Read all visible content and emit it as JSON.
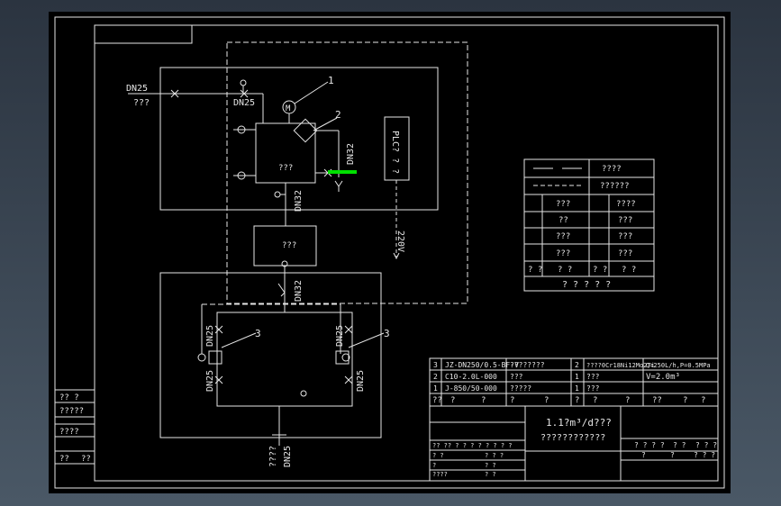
{
  "labels": {
    "inlet_dn": "DN25",
    "inlet_name": "???",
    "valve_dn": "DN25",
    "tag_1": "1",
    "tag_2": "2",
    "tag_3a": "3",
    "tag_3b": "3",
    "motor": "M",
    "reactor_label": "???",
    "dn32_right": "DN32",
    "dn32_bottom": "DN32",
    "plc": "PLC? ? ?",
    "signal": "220V",
    "tank_label": "???",
    "dn32_pipe": "DN32",
    "dn25_l1": "DN25",
    "dn25_l2": "DN25",
    "dn25_r1": "DN25",
    "dn25_r2": "DN25",
    "outlet_name": "????",
    "outlet_dn": "DN25"
  },
  "legend": {
    "rows": [
      [
        "????",
        "??????"
      ],
      [
        "???",
        "????"
      ],
      [
        "??",
        "???"
      ],
      [
        "???",
        "???"
      ],
      [
        "???",
        "???"
      ],
      [
        "? ?",
        "? ?",
        "? ?",
        "? ?"
      ],
      [
        "? ? ? ? ?"
      ]
    ]
  },
  "left_block": {
    "a": "?? ?",
    "b": "?????",
    "c": "????",
    "d": "??",
    "e": "??"
  },
  "parts_list": {
    "rows": [
      {
        "no": "3",
        "model": "JZ-DN250/0.5-BF-V",
        "name": "????????",
        "no2": "2",
        "desc": "????0Cr18Ni12Mo2Ti",
        "spec": "Q=250L/h,P=0.5MPa"
      },
      {
        "no": "2",
        "model": "C10-2.0L-000",
        "name": "???",
        "no2": "1",
        "desc": "???",
        "spec": "V=2.0m³"
      },
      {
        "no": "1",
        "model": "J-850/50-000",
        "name": "?????",
        "no2": "1",
        "desc": "???",
        "spec": ""
      }
    ],
    "header": [
      "??",
      "?",
      "?",
      "?",
      "?",
      "?",
      "?",
      "?",
      "??",
      "?",
      "?"
    ]
  },
  "title_block": {
    "title_line1": "1.1?m³/d???",
    "title_line2": "????????????",
    "right_a": "? ? ? ?",
    "right_b": "? ?",
    "right_c": "? ? ?",
    "right_d": "?",
    "right_e": "?",
    "right_f": "? ? ?",
    "sign_rows": [
      "?? ?? ? ? ? ? ? ? ? ?",
      "? ? ?",
      "? ?",
      "????",
      "? ?"
    ],
    "sign_left": [
      "? ?",
      "?",
      "??",
      "????",
      "??"
    ]
  },
  "colors": {
    "accent": "#00e000",
    "line": "#e6e6e6"
  }
}
